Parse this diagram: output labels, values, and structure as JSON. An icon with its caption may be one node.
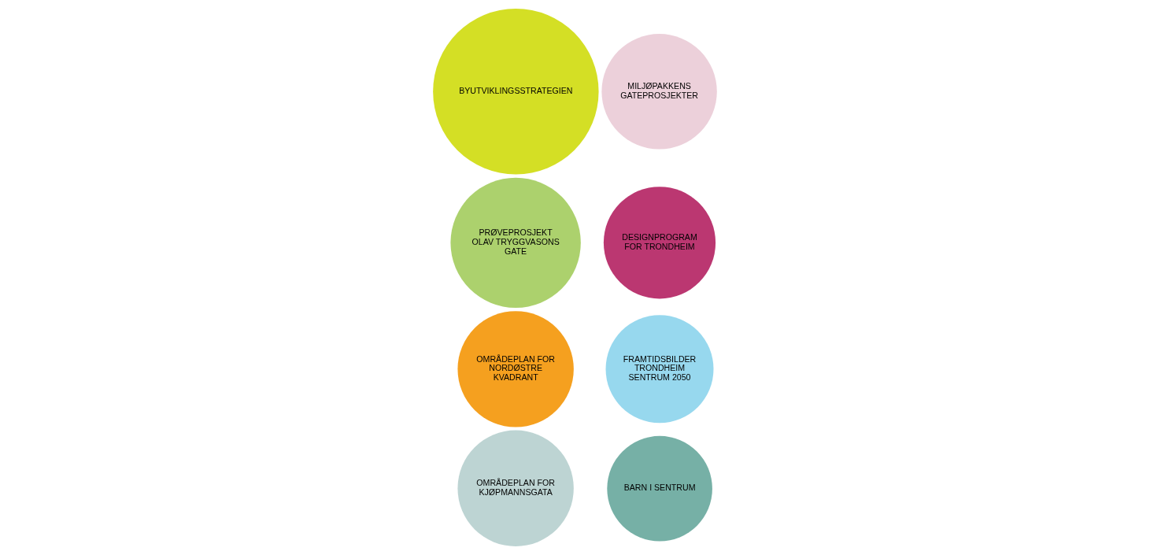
{
  "diagram": {
    "nodes": [
      {
        "text": [
          "FRAMTIDSBILDER TRONDHEIM SENTRUM 2050"
        ]
      },
      {
        "text": [
          "BARN I SENTRUM"
        ]
      },
      {
        "text": [
          "DESIGNPROGRAM FOR TRONDHEIM"
        ]
      },
      {
        "text": [
          "BYUTVIKLINGSSTRATEGIEN"
        ]
      },
      {
        "text": [
          "OMRÅDEPLAN FOR NORDØSTRE KVADRANT"
        ]
      },
      {
        "text": [
          "PRØVEPROSJEKT OLAV TRYGGVASONS GATE"
        ]
      },
      {
        "text": [
          "OMRÅDEPLAN FOR KJØPMANNSGATA"
        ]
      },
      {
        "text": [
          "MILJØPAKKENS GATEPROSJEKTER"
        ]
      }
    ]
  }
}
